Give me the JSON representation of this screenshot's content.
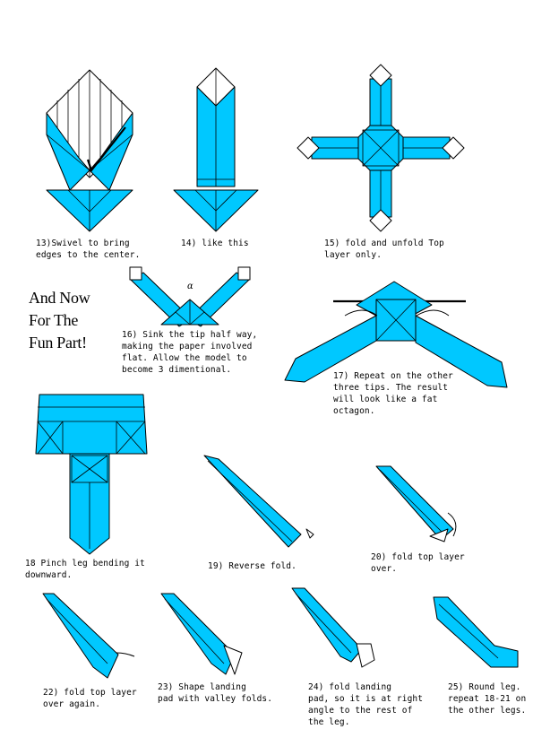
{
  "palette": {
    "paper": "#00c8ff",
    "paper_white": "#ffffff",
    "line": "#000000"
  },
  "headline": "And Now\nFor The\nFun Part!",
  "steps": [
    {
      "id": "13",
      "caption": "13)Swivel to bring\nedges to the center."
    },
    {
      "id": "14",
      "caption": "14) like this"
    },
    {
      "id": "15",
      "caption": "15) fold and unfold Top\nlayer only."
    },
    {
      "id": "16",
      "caption": "16) Sink the tip half way,\nmaking the paper involved\nflat.  Allow the model to\nbecome 3 dimentional."
    },
    {
      "id": "17",
      "caption": "17) Repeat on the other\nthree tips.  The result\nwill look like a fat\noctagon."
    },
    {
      "id": "18",
      "caption": "18 Pinch leg bending it\ndownward."
    },
    {
      "id": "19",
      "caption": "19) Reverse fold."
    },
    {
      "id": "20",
      "caption": "20) fold top layer\nover."
    },
    {
      "id": "22",
      "caption": "22) fold top layer\nover again."
    },
    {
      "id": "23",
      "caption": "23) Shape landing\npad with valley folds."
    },
    {
      "id": "24",
      "caption": "24) fold landing\npad, so it is at right\nangle to the rest of\nthe leg."
    },
    {
      "id": "25",
      "caption": "25) Round leg.\nrepeat 18-21 on\nthe other legs."
    }
  ],
  "step16_marker": "α"
}
